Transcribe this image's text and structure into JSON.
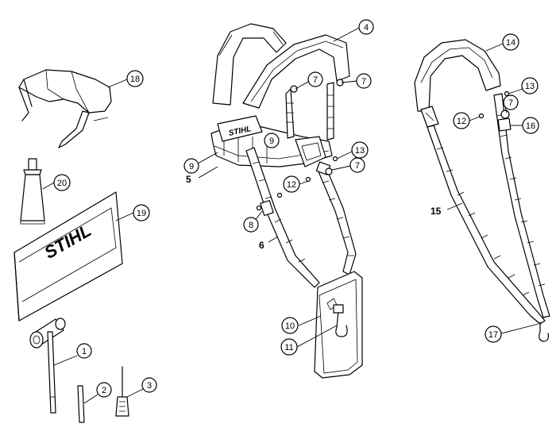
{
  "brand": {
    "logo_text": "STIHL"
  },
  "callouts": [
    {
      "number": "1"
    },
    {
      "number": "2"
    },
    {
      "number": "3"
    },
    {
      "number": "4"
    },
    {
      "number": "7"
    },
    {
      "number": "7"
    },
    {
      "number": "7"
    },
    {
      "number": "7"
    },
    {
      "number": "8"
    },
    {
      "number": "9"
    },
    {
      "number": "9"
    },
    {
      "number": "10"
    },
    {
      "number": "11"
    },
    {
      "number": "12"
    },
    {
      "number": "12"
    },
    {
      "number": "13"
    },
    {
      "number": "13"
    },
    {
      "number": "14"
    },
    {
      "number": "16"
    },
    {
      "number": "17"
    },
    {
      "number": "18"
    },
    {
      "number": "19"
    },
    {
      "number": "20"
    }
  ],
  "plain_labels": [
    {
      "number": "5"
    },
    {
      "number": "6"
    },
    {
      "number": "15"
    }
  ]
}
